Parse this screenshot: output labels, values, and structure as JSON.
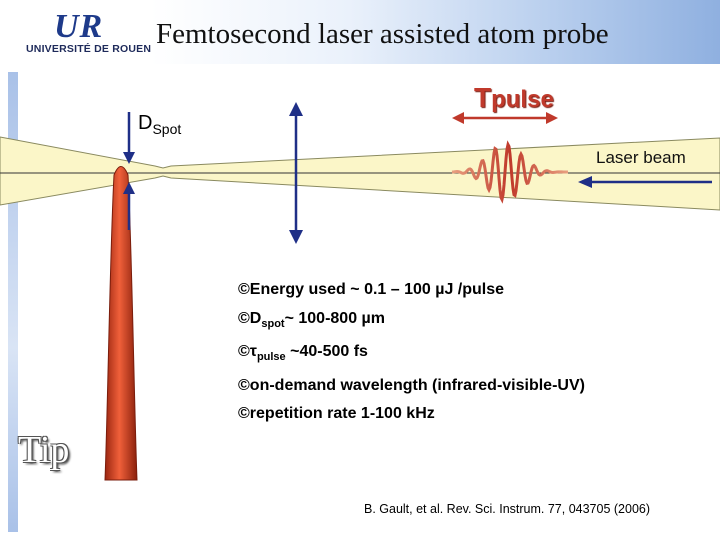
{
  "header": {
    "logo_main": "UR",
    "logo_sub": "UNIVERSITÉ DE ROUEN",
    "title": "Femtosecond laser assisted atom probe"
  },
  "labels": {
    "dspot_main": "D",
    "dspot_sub": "Spot",
    "tpulse_t": "T",
    "tpulse_sub": "pulse",
    "laser_beam": "Laser beam",
    "tip": "Tip"
  },
  "bullets": [
    {
      "bullet": "©",
      "text": "Energy used ~ 0.1 – 100 µJ /pulse"
    },
    {
      "bullet": "©",
      "pre": "D",
      "sub": "spot",
      "text": "~ 100-800 µm"
    },
    {
      "bullet": "©",
      "pre": "τ",
      "sub": "pulse",
      "text": " ~40-500 fs"
    },
    {
      "bullet": "©",
      "text": "on-demand wavelength (infrared-visible-UV)"
    },
    {
      "bullet": "©",
      "text": "repetition rate 1-100 kHz"
    }
  ],
  "citation": "B. Gault, et al. Rev. Sci. Instrum. 77, 043705 (2006)",
  "colors": {
    "beam_fill": "#fbf6c8",
    "arrow_blue": "#1f2f87",
    "pulse_red": "#c0392b",
    "tip_red": "#e0482a"
  }
}
